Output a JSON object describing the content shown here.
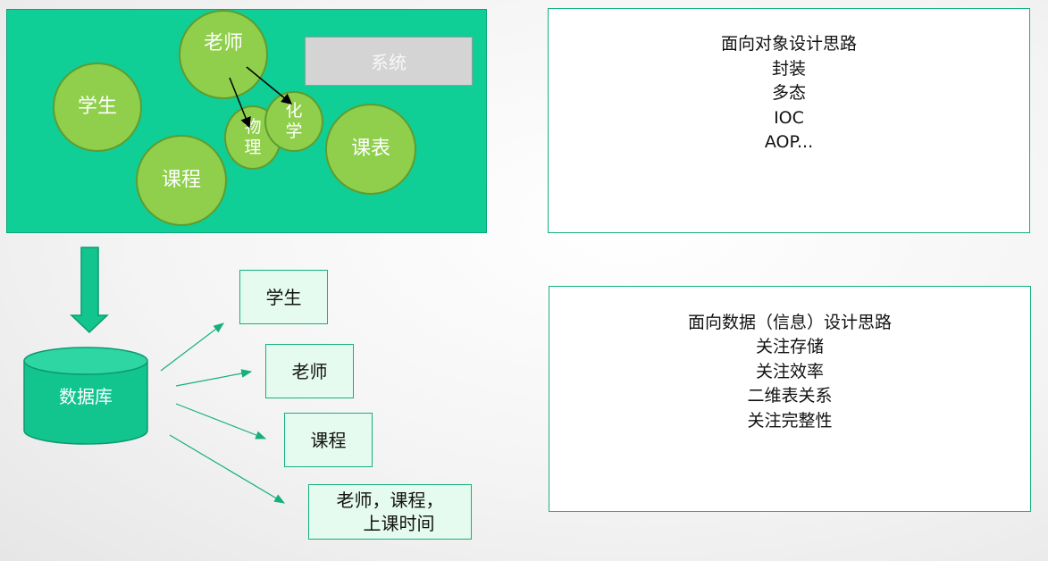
{
  "panel": {
    "bubbles": {
      "teacher": "老师",
      "student": "学生",
      "course": "课程",
      "physics": "物理",
      "chemistry": "化学",
      "schedule": "课表"
    },
    "system_label": "系统"
  },
  "oo_box": {
    "lines": [
      "面向对象设计思路",
      "封装",
      "多态",
      "IOC",
      "AOP..."
    ]
  },
  "data_box": {
    "lines": [
      "面向数据（信息）设计思路",
      "关注存储",
      "关注效率",
      "二维表关系",
      "关注完整性"
    ]
  },
  "database": {
    "label": "数据库"
  },
  "tables": {
    "student": "学生",
    "teacher": "老师",
    "course": "课程",
    "schedule_line1": "老师，课程，",
    "schedule_line2": "上课时间"
  },
  "colors": {
    "panel_green": "#0fce96",
    "bubble_green": "#8fcf4b",
    "accent": "#14b07f",
    "db_green": "#12c48e"
  }
}
